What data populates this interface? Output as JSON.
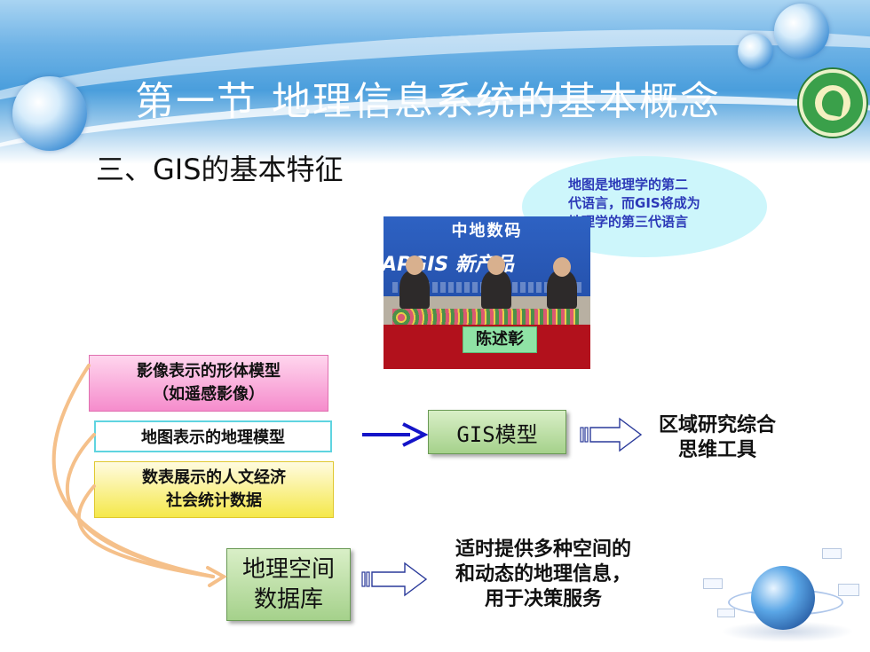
{
  "slide": {
    "title": "第一节  地理信息系统的基本概念",
    "subheading": "三、GIS的基本特征",
    "logo_icon": "university-emblem-icon"
  },
  "callout": {
    "lines": [
      "地图是地理学的第二",
      "代语言，而GIS将成为",
      "地理学的第三代语言"
    ]
  },
  "photo": {
    "icon": "conference-photo-icon",
    "banner_top": "中地数码",
    "banner_main": "APGIS 新产品",
    "label": "陈述彰"
  },
  "sources": [
    {
      "lines": [
        "影像表示的形体模型",
        "（如遥感影像）"
      ]
    },
    {
      "lines": [
        "地图表示的地理模型"
      ]
    },
    {
      "lines": [
        "数表展示的人文经济",
        "社会统计数据"
      ]
    }
  ],
  "gis_model": {
    "label": "GIS模型"
  },
  "regional_tool": {
    "lines": [
      "区域研究综合",
      "思维工具"
    ]
  },
  "database": {
    "lines": [
      "地理空间",
      "数据库"
    ]
  },
  "timely_info": {
    "lines": [
      "适时提供多种空间的",
      "和动态的地理信息，",
      "用于决策服务"
    ]
  },
  "decoration": {
    "globe_icon": "globe-network-icon"
  },
  "colors": {
    "header_blue": "#4a9edc",
    "callout_bg": "#cdf6fb",
    "callout_text": "#2c39b8",
    "arrow_blue": "#1414c8",
    "curve_orange": "#f5c08a",
    "green_box": "#a5d18b"
  }
}
